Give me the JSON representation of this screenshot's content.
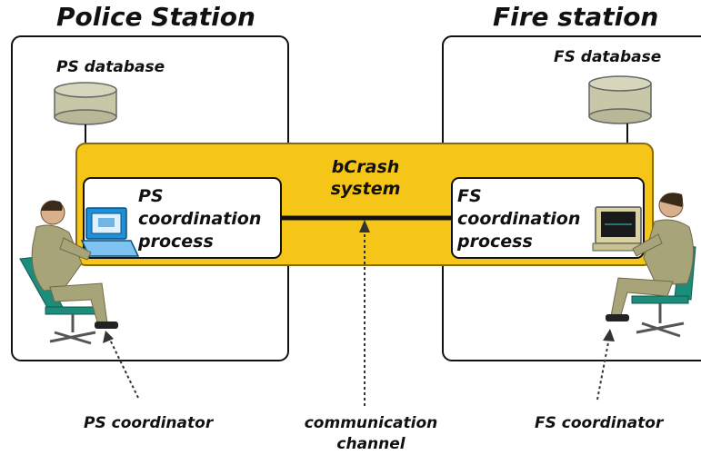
{
  "stations": {
    "police": {
      "title": "Police Station",
      "database_label": "PS database",
      "process_line1": "PS",
      "process_line2": "coordination",
      "process_line3": "process",
      "coordinator_label": "PS coordinator"
    },
    "fire": {
      "title": "Fire station",
      "database_label": "FS database",
      "process_line1": "FS",
      "process_line2": "coordination",
      "process_line3": "process",
      "coordinator_label": "FS coordinator"
    }
  },
  "system": {
    "line1": "bCrash",
    "line2": "system"
  },
  "channel": {
    "line1": "communication",
    "line2": "channel"
  },
  "colors": {
    "system_fill": "#F5C518",
    "system_stroke": "#8A6A00",
    "database_fill": "#C8C8A8",
    "chair": "#1E8C7A",
    "person": "#A8A47A"
  }
}
